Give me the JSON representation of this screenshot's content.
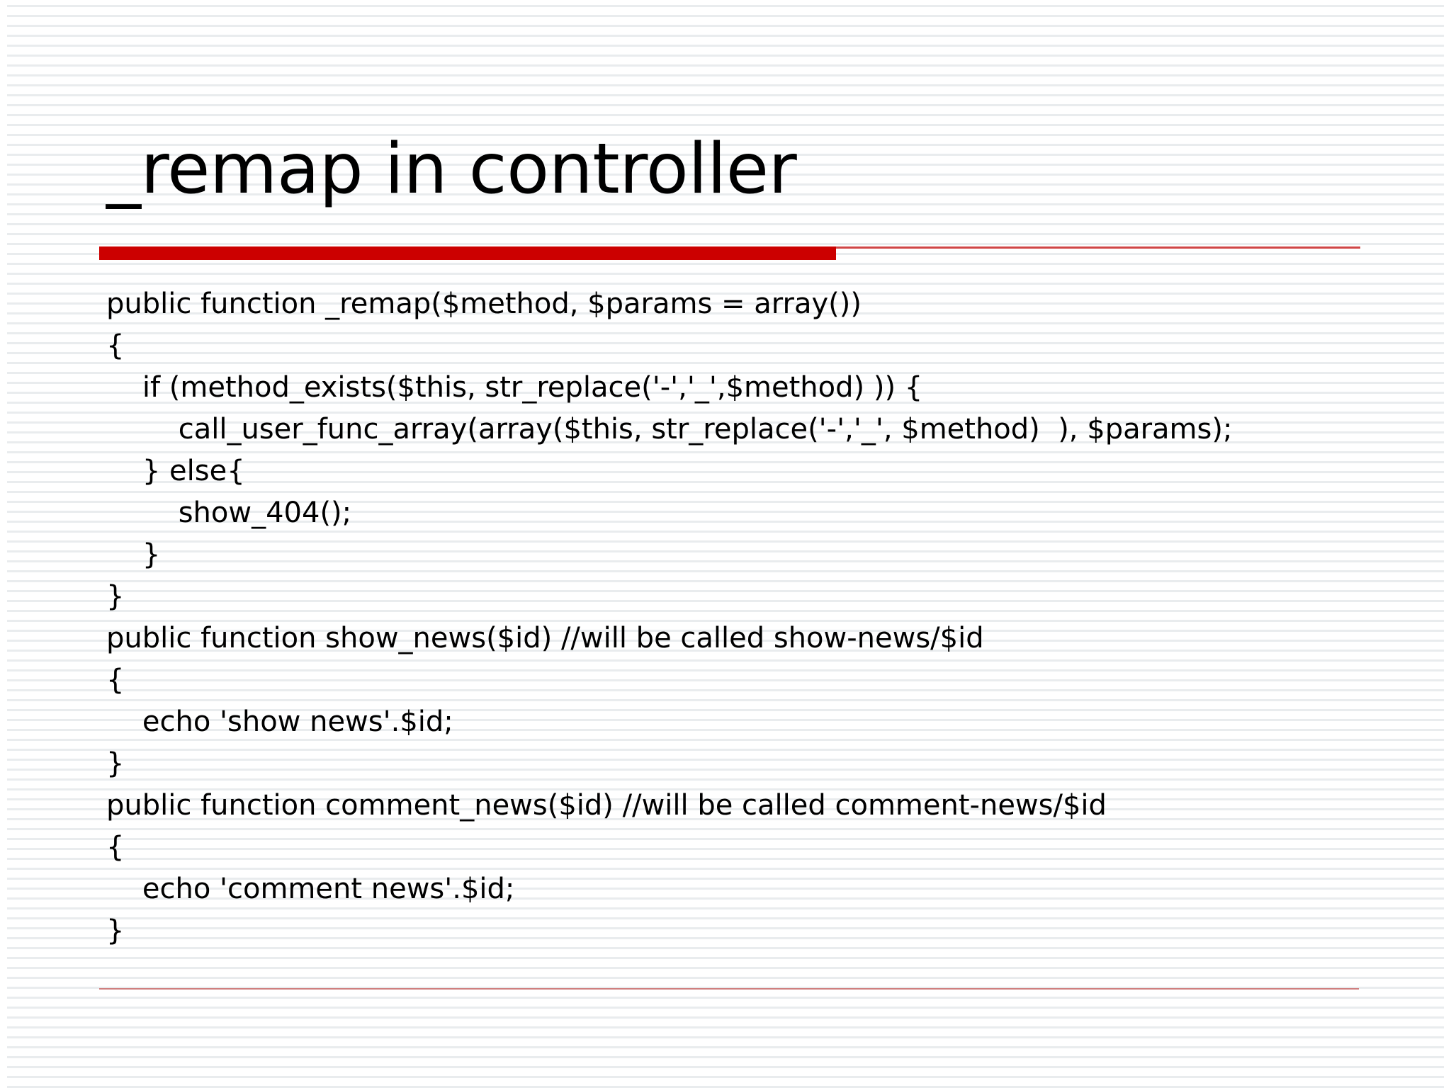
{
  "slide": {
    "title": "_remap in controller",
    "accent_color": "#cc0000",
    "accent_thin_color": "#d04646",
    "footer_rule_color": "#cf7f7f",
    "text_color": "#000000",
    "background_color": "#ffffff",
    "stripe_color": "#e9ecee"
  },
  "code": {
    "language": "php",
    "lines": [
      "public function _remap($method, $params = array())",
      "{",
      "    if (method_exists($this, str_replace('-','_',$method) )) {",
      "        call_user_func_array(array($this, str_replace('-','_', $method)  ), $params);",
      "    } else{",
      "        show_404();",
      "    }",
      "}",
      "public function show_news($id) //will be called show-news/$id",
      "{",
      "    echo 'show news'.$id;",
      "}",
      "public function comment_news($id) //will be called comment-news/$id",
      "{",
      "    echo 'comment news'.$id;",
      "}"
    ]
  }
}
